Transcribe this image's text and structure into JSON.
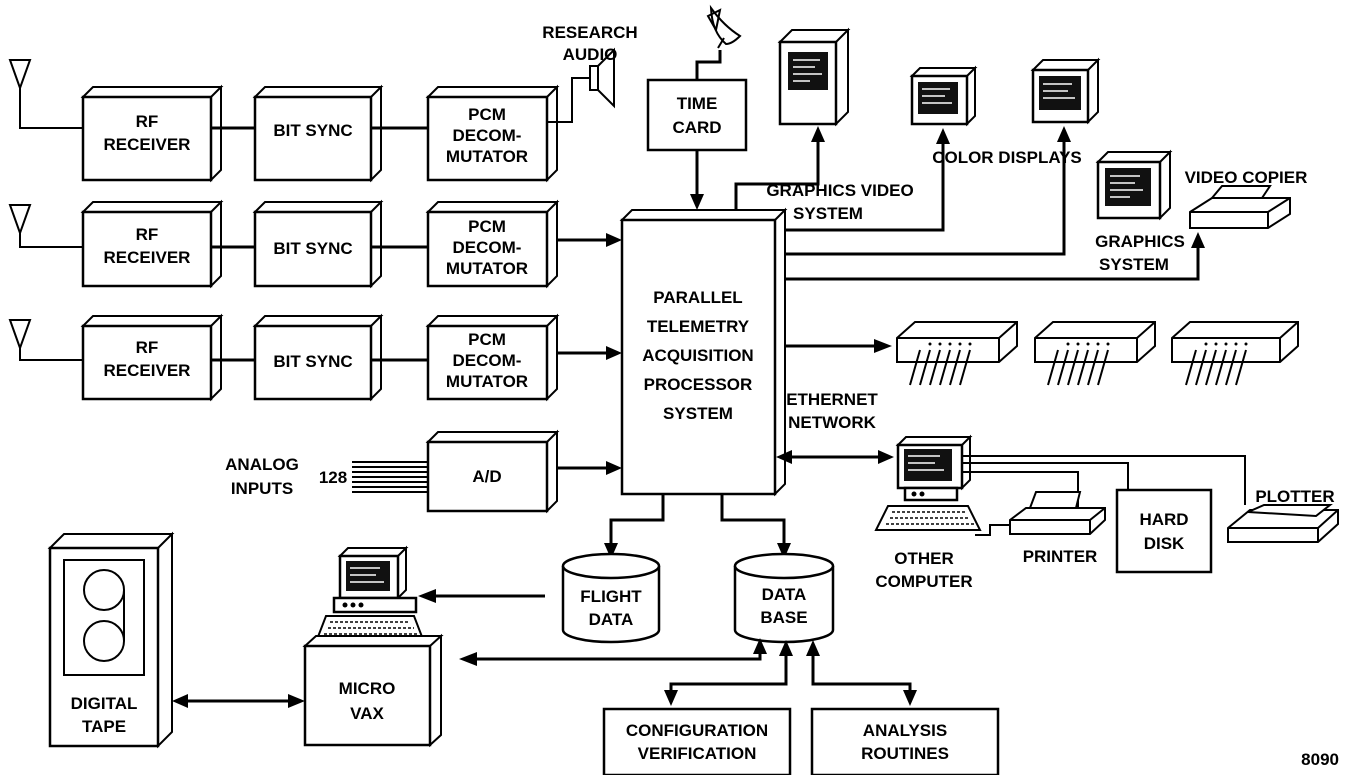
{
  "labels": {
    "research_audio": [
      "RESEARCH",
      "AUDIO"
    ],
    "rf_receiver": [
      "RF",
      "RECEIVER"
    ],
    "bit_sync": "BIT SYNC",
    "pcm_decommutator": [
      "PCM",
      "DECOM-",
      "MUTATOR"
    ],
    "time_card": [
      "TIME",
      "CARD"
    ],
    "processor": [
      "PARALLEL",
      "TELEMETRY",
      "ACQUISITION",
      "PROCESSOR",
      "SYSTEM"
    ],
    "graphics_video_system": [
      "GRAPHICS VIDEO",
      "SYSTEM"
    ],
    "color_displays": "COLOR DISPLAYS",
    "video_copier": "VIDEO COPIER",
    "graphics_system": [
      "GRAPHICS",
      "SYSTEM"
    ],
    "ethernet_network": [
      "ETHERNET",
      "NETWORK"
    ],
    "analog_inputs": [
      "ANALOG",
      "INPUTS"
    ],
    "analog_count": "128",
    "ad": "A/D",
    "plotter": "PLOTTER",
    "hard_disk": [
      "HARD",
      "DISK"
    ],
    "other_computer": [
      "OTHER",
      "COMPUTER"
    ],
    "printer": "PRINTER",
    "flight_data": [
      "FLIGHT",
      "DATA"
    ],
    "data_base": [
      "DATA",
      "BASE"
    ],
    "micro_vax": [
      "MICRO",
      "VAX"
    ],
    "digital_tape": [
      "DIGITAL",
      "TAPE"
    ],
    "configuration_verification": [
      "CONFIGURATION",
      "VERIFICATION"
    ],
    "analysis_routines": [
      "ANALYSIS",
      "ROUTINES"
    ],
    "figure_number": "8090"
  }
}
